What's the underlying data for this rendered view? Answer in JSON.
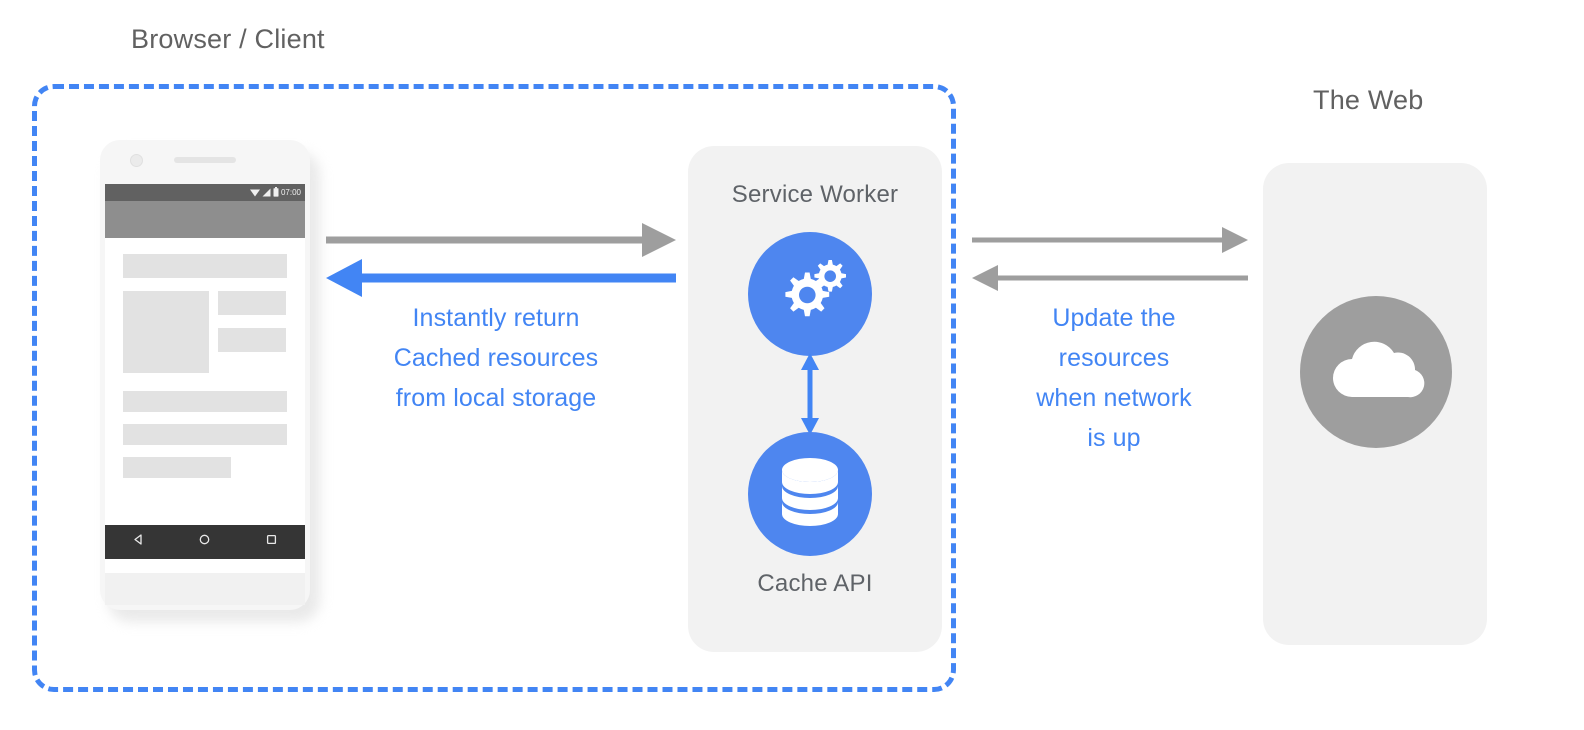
{
  "diagram": {
    "title_labels": {
      "browser_client": "Browser / Client",
      "the_web": "The Web"
    },
    "panels": {
      "service_worker": {
        "title": "Service Worker",
        "icon": "gears-icon",
        "badge_color": "#4e86ef"
      },
      "cache_api": {
        "title": "Cache API",
        "icon": "database-icon",
        "badge_color": "#4e86ef"
      },
      "the_web": {
        "icon": "cloud-icon",
        "badge_color": "#9e9e9e"
      }
    },
    "annotations": {
      "cached": "Instantly return\nCached resources\nfrom local storage",
      "update": "Update the\nresources\nwhen network\nis up"
    },
    "arrows": [
      {
        "name": "client-to-service-worker",
        "direction": "right",
        "color": "#9e9e9e"
      },
      {
        "name": "service-worker-to-client",
        "direction": "left",
        "color": "#4285f4"
      },
      {
        "name": "service-worker-to-web",
        "direction": "right",
        "color": "#9e9e9e"
      },
      {
        "name": "web-to-service-worker",
        "direction": "left",
        "color": "#9e9e9e"
      },
      {
        "name": "service-worker-cache-sync",
        "direction": "both",
        "color": "#4285f4"
      }
    ],
    "boundary": {
      "name": "browser-client-boundary",
      "style": "dashed",
      "color": "#4285f4"
    },
    "phone": {
      "status_time": "07:00",
      "status_icons": [
        "wifi-icon",
        "signal-icon",
        "battery-icon"
      ],
      "nav_icons": [
        "back-icon",
        "home-icon",
        "recents-icon"
      ]
    },
    "colors": {
      "blue": "#4285f4",
      "badge_blue": "#4e86ef",
      "gray": "#9e9e9e",
      "panel_bg": "#f2f2f2",
      "text_gray": "#616161"
    }
  }
}
